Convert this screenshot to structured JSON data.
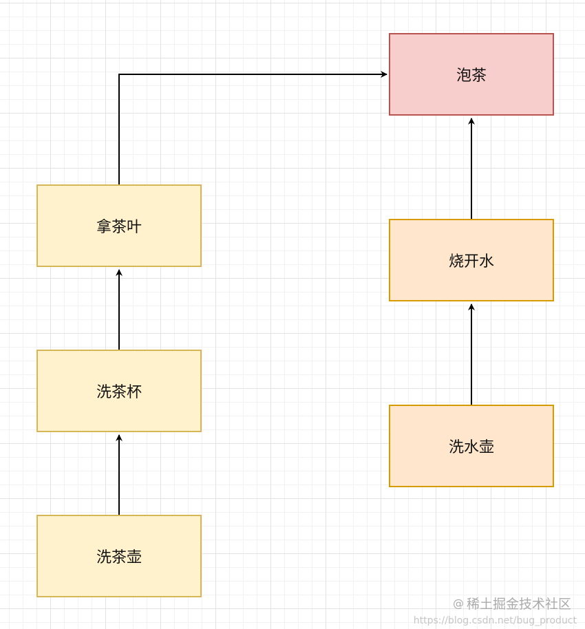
{
  "nodes": {
    "brew_tea": "泡茶",
    "get_tea_leaves": "拿茶叶",
    "wash_cups": "洗茶杯",
    "wash_teapot": "洗茶壶",
    "boil_water": "烧开水",
    "wash_kettle": "洗水壶"
  },
  "colors": {
    "yellow_fill": "#fff2cc",
    "yellow_border": "#d6b656",
    "orange_fill": "#ffe6cc",
    "orange_border": "#d79b00",
    "red_fill": "#f8cecc",
    "red_border": "#b85450"
  },
  "watermark": {
    "at": "@",
    "text": "稀土掘金技术社区",
    "url": "https://blog.csdn.net/bug_product"
  }
}
